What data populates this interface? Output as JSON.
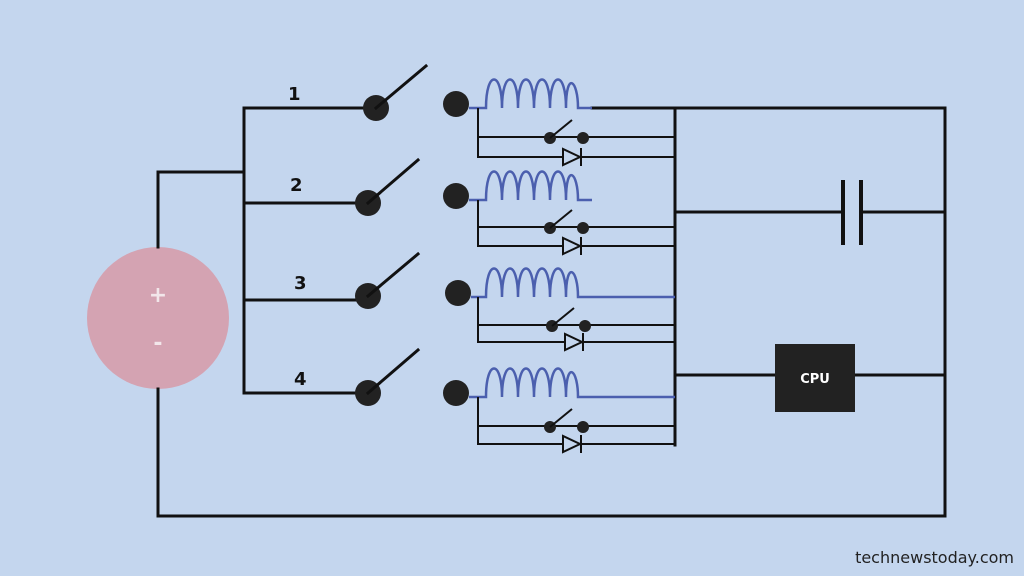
{
  "labels": {
    "switch_1": "1",
    "switch_2": "2",
    "switch_3": "3",
    "switch_4": "4",
    "battery_plus": "+",
    "battery_minus": "-",
    "cpu": "CPU",
    "watermark": "technewstoday.com"
  },
  "colors": {
    "background": "#c4d6ee",
    "wire": "#111111",
    "coil": "#4b5fae",
    "battery": "#d4a3b2",
    "cpu_box": "#222222"
  },
  "icons": {
    "battery": "battery-icon",
    "switch": "switch-icon",
    "coil": "coil-icon",
    "diode": "diode-icon",
    "capacitor": "capacitor-icon"
  }
}
